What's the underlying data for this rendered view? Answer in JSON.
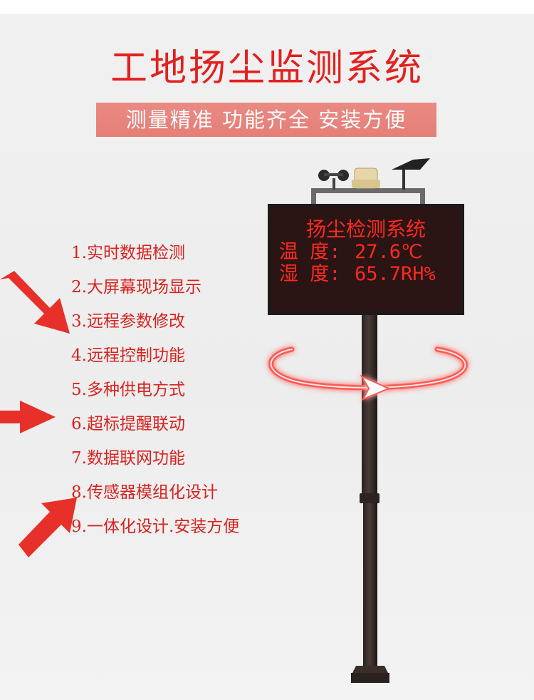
{
  "title": "工地扬尘监测系统",
  "subtitle": "测量精准  功能齐全  安装方便",
  "features": [
    "1.实时数据检测",
    "2.大屏幕现场显示",
    "3.远程参数修改",
    "4.远程控制功能",
    "5.多种供电方式",
    "6.超标提醒联动",
    "7.数据联网功能",
    "8.传感器模组化设计",
    "9.一体化设计.安装方便"
  ],
  "display": {
    "heading": "扬尘检测系统",
    "row1_label": "温  度:",
    "row1_value": "27.6℃",
    "row2_label": "湿  度:",
    "row2_value": "65.7RH%"
  },
  "colors": {
    "title_red": "#e3211f",
    "banner_pink": "#e98a83",
    "led_red": "#ff2a1f",
    "arrow_red": "#e8302a"
  }
}
